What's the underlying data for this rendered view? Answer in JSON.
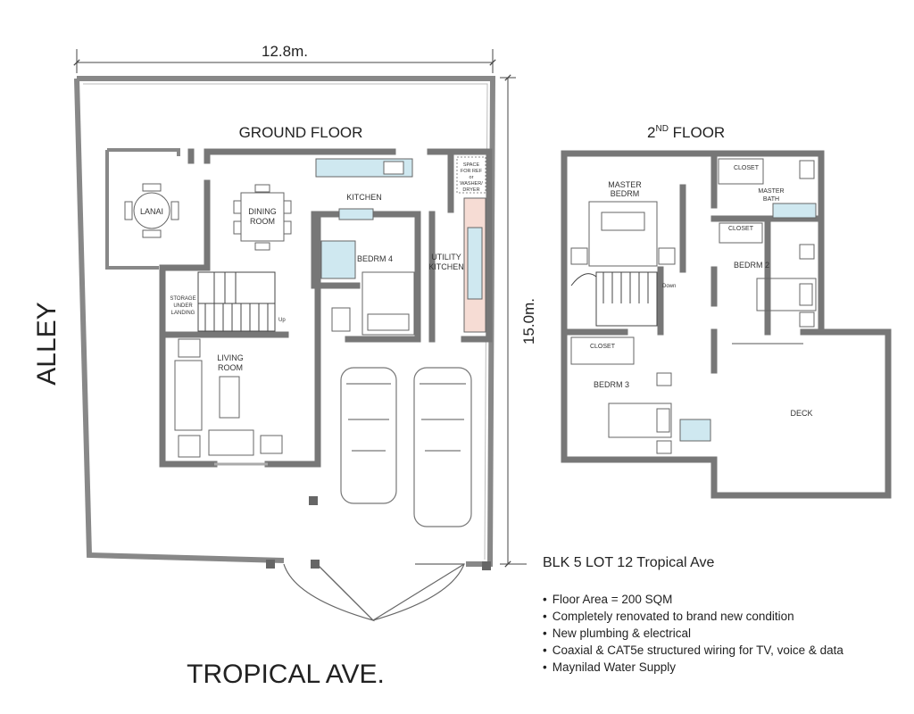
{
  "dimensions": {
    "width_label": "12.8m.",
    "depth_label": "15.0m."
  },
  "streets": {
    "side": "ALLEY",
    "front": "TROPICAL AVE."
  },
  "ground_floor": {
    "title": "GROUND FLOOR",
    "rooms": {
      "lanai": "LANAI",
      "dining_1": "DINING",
      "dining_2": "ROOM",
      "kitchen": "KITCHEN",
      "space_1": "SPACE",
      "space_2": "FOR REF",
      "space_3": "or",
      "space_4": "WASHER/",
      "space_5": "DRYER",
      "bedrm4": "BEDRM 4",
      "utility_1": "UTILITY",
      "utility_2": "KITCHEN",
      "storage_1": "STORAGE",
      "storage_2": "UNDER",
      "storage_3": "LANDING",
      "up": "Up",
      "living_1": "LIVING",
      "living_2": "ROOM"
    }
  },
  "second_floor": {
    "title_main": "2",
    "title_sup": "ND",
    "title_rest": " FLOOR",
    "rooms": {
      "master_1": "MASTER",
      "master_2": "BEDRM",
      "closet": "CLOSET",
      "mbath_1": "MASTER",
      "mbath_2": "BATH",
      "bedrm2": "BEDRM 2",
      "down": "Down",
      "bedrm3": "BEDRM 3",
      "deck": "DECK"
    }
  },
  "listing": {
    "title": "BLK 5  LOT 12  Tropical Ave",
    "features": [
      "Floor Area = 200 SQM",
      "Completely renovated to brand new condition",
      "New plumbing & electrical",
      "Coaxial & CAT5e structured wiring for TV, voice & data",
      "Maynilad Water Supply"
    ]
  },
  "colors": {
    "wall": "#777777",
    "fixture_blue": "#cfe8f0",
    "counter_pink": "#f6dcd4",
    "line": "#555555"
  }
}
